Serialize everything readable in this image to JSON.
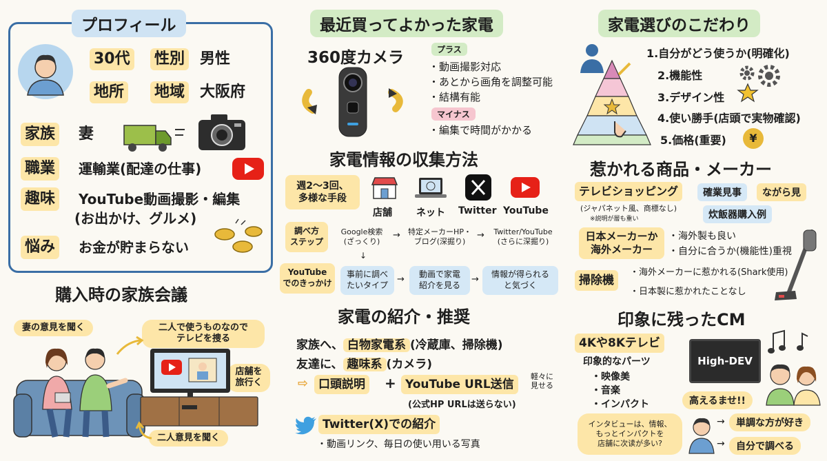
{
  "profile": {
    "title": "プロフィール",
    "age_value": "30代",
    "gender_label": "性別",
    "gender_value": "男性",
    "region_key": "地所",
    "region_label": "地域",
    "region_value": "大阪府",
    "family_label": "家族",
    "family_value": "妻",
    "job_label": "職業",
    "job_value": "運輸業(配達の仕事)",
    "hobby_label": "趣味",
    "hobby_value_1": "YouTube動画撮影・編集",
    "hobby_value_2": "(お出かけ、グルメ)",
    "worry_label": "悩み",
    "worry_value": "お金が貯まらない"
  },
  "family_meeting": {
    "title": "購入時の家族会議",
    "bubble_wife": "妻の意見を聞く",
    "bubble_together": "二人で使うものなので\nテレビを捜る",
    "bubble_store": "店舗を\n旅行く",
    "bubble_both": "二人意見を聞く"
  },
  "recent": {
    "title": "最近買ってよかった家電",
    "product": "360度カメラ",
    "plus_label": "プラス",
    "plus_items": [
      "・動画撮影対応",
      "・あとから画角を調整可能",
      "・結構有能"
    ],
    "minus_label": "マイナス",
    "minus_items": [
      "・編集で時間がかかる"
    ]
  },
  "info": {
    "title": "家電情報の収集方法",
    "freq": "週2～3回、\n多様な手段",
    "sources": [
      "店舗",
      "ネット",
      "Twitter",
      "YouTube"
    ],
    "steps_label": "調べ方\nステップ",
    "step1": "Google検索\n(ざっくり)",
    "step2": "特定メーカーHP・\nブログ(深掘り)",
    "step3": "Twitter/YouTube\n(さらに深掘り)",
    "yt_label": "YouTube\nでのきっかけ",
    "flow1": "事前に調べ\nたいタイプ",
    "flow2": "動画で家電\n紹介を見る",
    "flow3": "情報が得られる\nと気づく"
  },
  "recommend": {
    "title": "家電の紹介・推奨",
    "line1_a": "家族へ、",
    "line1_b": "白物家電系",
    "line1_c": "(冷蔵庫、掃除機)",
    "line2_a": "友達に、",
    "line2_b": "趣味系",
    "line2_c": "(カメラ)",
    "verbal": "口頭説明",
    "plus_sign": "+",
    "yt_url": "YouTube URL送信",
    "easy": "軽々に\n見せる",
    "no_hp": "(公式HP URLは送らない)",
    "twitter": "Twitter(X)での紹介",
    "twitter_item": "・動画リンク、毎日の使い用いる写真"
  },
  "criteria": {
    "title": "家電選びのこだわり",
    "items": [
      "1.自分がどう使うか(明確化)",
      "2.機能性",
      "3.デザイン性",
      "4.使い勝手(店頭で実物確認)",
      "5.価格(重要)"
    ],
    "yen": "¥"
  },
  "attracted": {
    "title": "惹かれる商品・メーカー",
    "tv_shop": "テレビショッピング",
    "tv_shop_sub": "(ジャパネット風、商標なし)",
    "tv_shop_note": "※説明が層も重い",
    "tag_a": "確業見事",
    "tag_b": "ながら見",
    "tag_c": "炊飯器購入例",
    "maker": "日本メーカーか\n海外メーカー",
    "maker_items": [
      "・海外製も良い",
      "・自分に合うか(機能性)重視"
    ],
    "vacuum": "掃除機",
    "vacuum_items": [
      "・海外メーカーに惹かれる(Shark使用)",
      "・日本製に惹かれたことなし"
    ]
  },
  "cm": {
    "title": "印象に残ったCM",
    "tv_label": "4Kや8Kテレビ",
    "parts": "印象的なパーツ",
    "parts_items": [
      "・映像美",
      "・音楽",
      "・インパクト"
    ],
    "screen": "High-DEV",
    "speech": "高えるませ!!",
    "interview": "インタビューは、情報、\nもっとインパクトを\n店舗に次读が多い?",
    "simple": "単調な方が好き",
    "self": "自分で調べる"
  },
  "colors": {
    "blue_tag": "#cfe3f3",
    "green_tag": "#d3ebc5",
    "yellow": "#fde6a8",
    "profile_border": "#3a6ea5",
    "youtube_red": "#e62117"
  }
}
